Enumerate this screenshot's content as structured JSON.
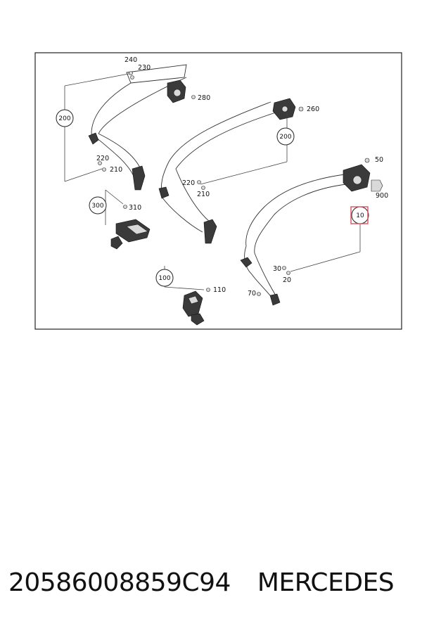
{
  "diagram": {
    "callouts": {
      "c200a": "200",
      "c200b": "200",
      "c300": "300",
      "c100": "100",
      "c10": "10"
    },
    "labels": {
      "p240": "240",
      "p230": "230",
      "p280": "280",
      "p260": "260",
      "p220a": "220",
      "p210a": "210",
      "p310": "310",
      "p220b": "220",
      "p210b": "210",
      "p50": "50",
      "p900": "900",
      "p30": "30",
      "p20": "20",
      "p70": "70",
      "p110": "110"
    },
    "highlight_color": "#e05060"
  },
  "caption": {
    "part_number": "20586008859C94",
    "brand": "MERCEDES"
  }
}
